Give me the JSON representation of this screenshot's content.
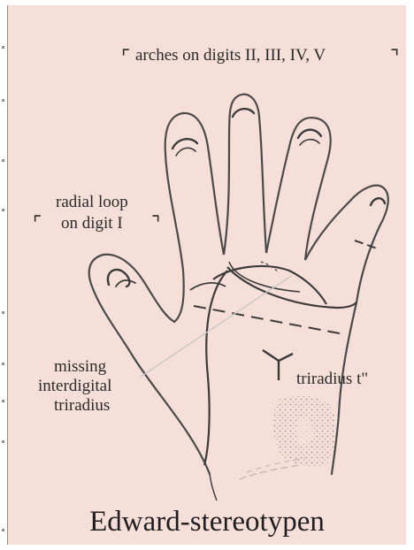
{
  "labels": {
    "arches": "arches on digits II, III, IV, V",
    "radial_loop_line1": "radial loop",
    "radial_loop_line2": "on digit I",
    "missing_line1": "missing",
    "missing_line2": "interdigital",
    "missing_line3": "triradius",
    "triradius": "triradius t\"",
    "caption": "Edward-stereotypen"
  },
  "colors": {
    "background": "#f6dfd9",
    "outline": "#4a4a4a",
    "crease": "#3c3c3c",
    "pointer_line": "#c9c9c9",
    "stipple": "#a09898"
  }
}
